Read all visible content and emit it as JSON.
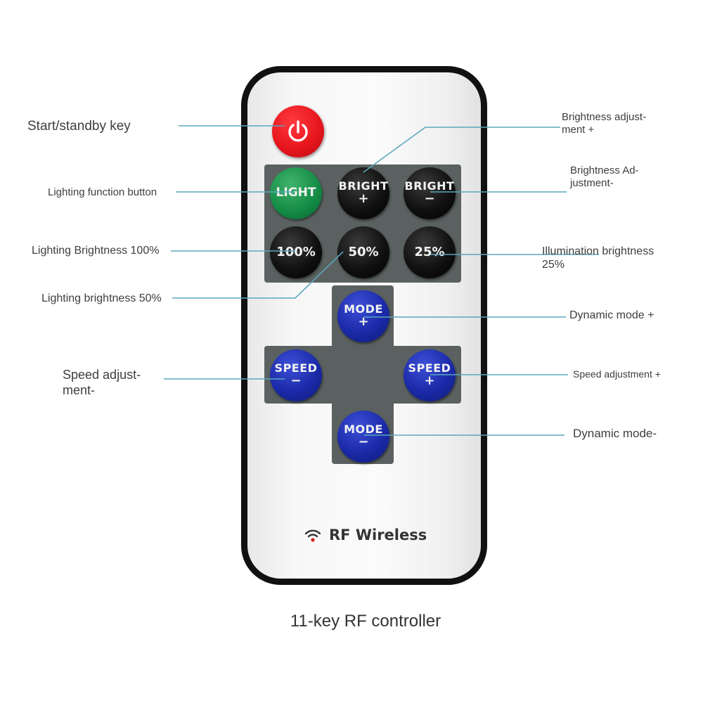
{
  "remote": {
    "brand_text": "RF Wireless",
    "buttons": {
      "power": {
        "icon": "power-icon"
      },
      "light": {
        "text": "LIGHT"
      },
      "bright_plus": {
        "top": "BRIGHT",
        "bottom": "+"
      },
      "bright_minus": {
        "top": "BRIGHT",
        "bottom": "−"
      },
      "b100": {
        "text": "100%"
      },
      "b50": {
        "text": "50%"
      },
      "b25": {
        "text": "25%"
      },
      "mode_plus": {
        "top": "MODE",
        "bottom": "+"
      },
      "mode_minus": {
        "top": "MODE",
        "bottom": "−"
      },
      "speed_minus": {
        "top": "SPEED",
        "bottom": "−"
      },
      "speed_plus": {
        "top": "SPEED",
        "bottom": "+"
      }
    }
  },
  "labels": {
    "start_standby": "Start/standby key",
    "lighting_function": "Lighting function button",
    "brightness_100": "Lighting Brightness 100%",
    "brightness_50": "Lighting brightness 50%",
    "speed_minus_1": "Speed adjust-",
    "speed_minus_2": "ment-",
    "bright_plus_1": "Brightness adjust-",
    "bright_plus_2": "ment +",
    "bright_minus_1": "Brightness Ad-",
    "bright_minus_2": "justment-",
    "illum_25_1": "Illumination brightness",
    "illum_25_2": "25%",
    "mode_plus": "Dynamic mode +",
    "speed_plus": "Speed adjustment +",
    "mode_minus": "Dynamic mode-"
  },
  "caption": "11-key RF controller",
  "colors": {
    "leader_line": "#5aa7bd",
    "power_button": "#e8161d",
    "light_button": "#138a45",
    "mode_speed_buttons": "#1b2aa8",
    "panel": "#5a6160"
  }
}
